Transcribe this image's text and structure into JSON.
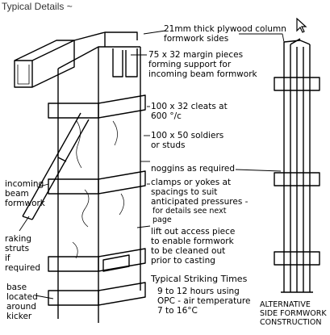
{
  "header": {
    "title": "Typical Details ~"
  },
  "annotations": {
    "plywood_sides": [
      "21mm thick plywood column",
      "formwork sides"
    ],
    "margin_pieces": [
      "75 x 32 margin pieces",
      "forming support for",
      "incoming beam formwork"
    ],
    "cleats": [
      "100 x 32 cleats at",
      "600 °/c"
    ],
    "soldiers": [
      "100 x 50 soldiers",
      "or studs"
    ],
    "noggins": [
      "noggins as required"
    ],
    "clamps": [
      "clamps or yokes at",
      "spacings to suit",
      "anticipated pressures -"
    ],
    "clamps_note": [
      "for details see next",
      "page"
    ],
    "access_piece": [
      "lift out access piece",
      "to enable formwork",
      "to be cleaned out",
      "prior to casting"
    ],
    "striking_title": "Typical Striking Times",
    "striking_body": [
      "9 to 12 hours using",
      "OPC - air temperature",
      "7 to 16°C"
    ],
    "incoming_beam": [
      "incoming",
      "beam",
      "formwork"
    ],
    "raking_struts": [
      "raking",
      "struts",
      "if",
      "required"
    ],
    "base_kicker": [
      "base",
      "located",
      "around",
      "kicker"
    ],
    "alternative": [
      "ALTERNATIVE",
      "SIDE FORMWORK",
      "CONSTRUCTION"
    ]
  },
  "icons": {
    "cursor": "mouse-pointer-icon"
  }
}
